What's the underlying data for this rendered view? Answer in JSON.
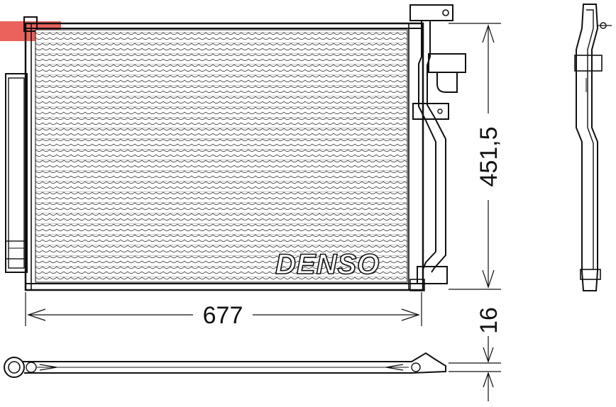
{
  "brand_text": "DENSO",
  "dimensions": {
    "width": "677",
    "height": "451,5",
    "depth": "16"
  },
  "colors": {
    "line": "#111111",
    "background": "#ffffff",
    "corner_mark": "#e8463f"
  }
}
